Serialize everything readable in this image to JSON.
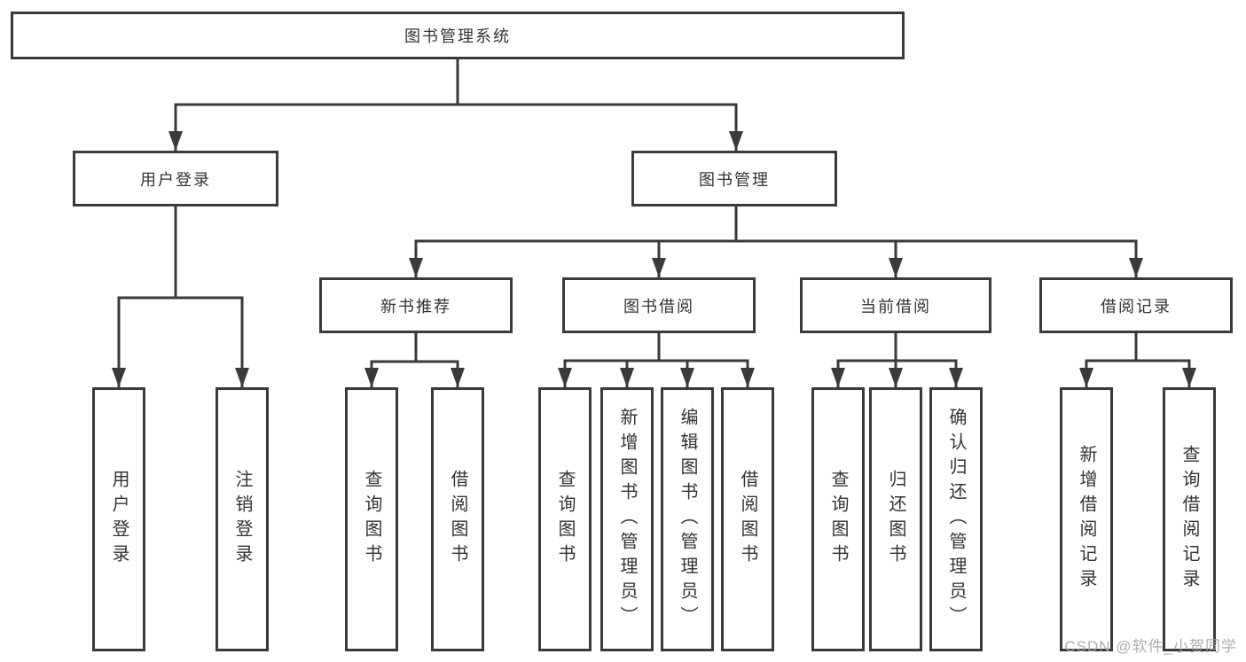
{
  "diagram": {
    "watermark": "CSDN @软件_小贺同学",
    "colors": {
      "line": "#3a3a3a",
      "box_border": "#3a3a3a",
      "text": "#333333",
      "watermark": "#a5a5a8",
      "background": "#ffffff"
    },
    "nodes": {
      "root": {
        "label": "图书管理系统"
      },
      "level2": [
        {
          "label": "用户登录"
        },
        {
          "label": "图书管理"
        }
      ],
      "level3": [
        {
          "label": "新书推荐"
        },
        {
          "label": "图书借阅"
        },
        {
          "label": "当前借阅"
        },
        {
          "label": "借阅记录"
        }
      ],
      "leaves": {
        "user_login": [
          "用户登录",
          "注销登录"
        ],
        "new_books": [
          "查询图书",
          "借阅图书"
        ],
        "book_borrow": [
          "查询图书",
          "新增图书（管理员）",
          "编辑图书（管理员）",
          "借阅图书"
        ],
        "current_borrow": [
          "查询图书",
          "归还图书",
          "确认归还（管理员）"
        ],
        "borrow_records": [
          "新增借阅记录",
          "查询借阅记录"
        ]
      }
    }
  }
}
